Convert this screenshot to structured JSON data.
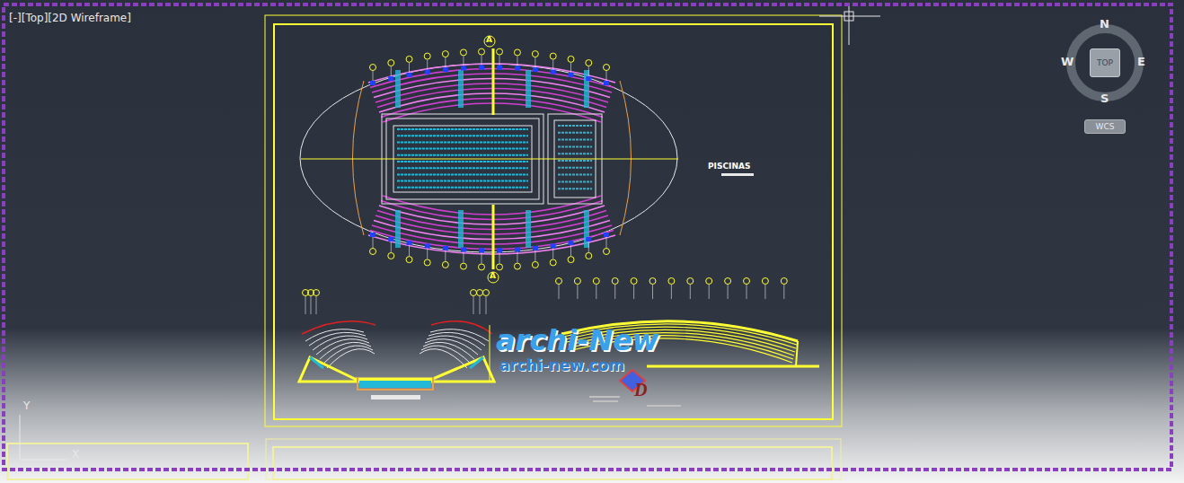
{
  "diagram": {
    "nodes": [
      {
        "text": [
          "TOP"
        ]
      },
      {
        "text": [
          "WCS"
        ]
      }
    ],
    "labels": [
      "[-][Top][2D Wireframe]",
      "N",
      "W",
      "E",
      "S",
      "PISCINAS",
      "A",
      "A",
      "archi-New",
      "archi-new.com",
      "D",
      "Y",
      "X"
    ]
  }
}
